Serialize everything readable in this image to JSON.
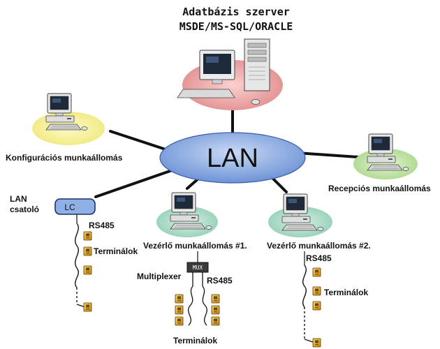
{
  "server": {
    "title": "Adatbázis szerver",
    "subtitle": "MSDE/MS-SQL/ORACLE"
  },
  "lan": {
    "label": "LAN"
  },
  "workstations": {
    "config": "Konfigurációs munkaállomás",
    "reception": "Recepciós munkaállomás",
    "control1": "Vezérlő munkaállomás #1.",
    "control2": "Vezérlő munkaállomás #2."
  },
  "lan_adapter": {
    "label_line1": "LAN",
    "label_line2": "csatoló",
    "box": "LC"
  },
  "bus": {
    "rs485_left": "RS485",
    "rs485_mux": "RS485",
    "rs485_right": "RS485"
  },
  "terminals": {
    "left": "Terminálok",
    "mux": "Terminálok",
    "right": "Terminálok"
  },
  "multiplexer": {
    "label": "Multiplexer",
    "box": "MUX"
  },
  "colors": {
    "lan": "#8fb0e6",
    "server_disk": "#e89a9a",
    "config_disk": "#f3ef8a",
    "reception_disk": "#bfe2a0",
    "control_disk": "#a7d8c4",
    "terminal": "#e0a020",
    "lc_box": "#8fb0e6"
  }
}
